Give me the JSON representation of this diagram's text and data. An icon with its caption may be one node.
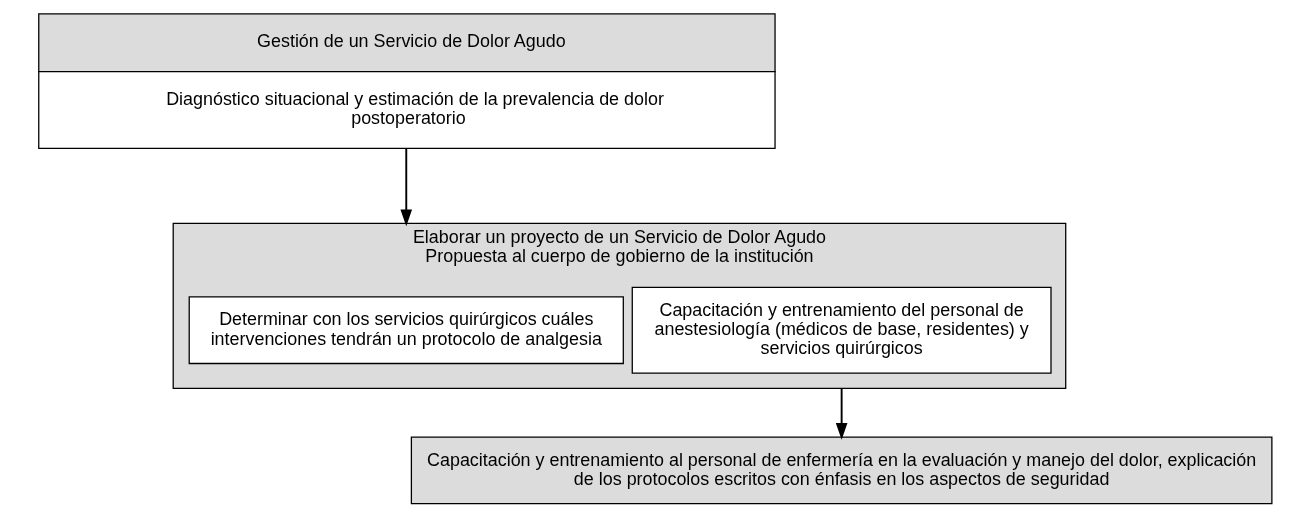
{
  "diagram": {
    "nodes": [
      {
        "text": [
          "Gestión de un Servicio de Dolor Agudo",
          "Diagnóstico situacional y estimación de la prevalencia de dolor postoperatorio"
        ]
      },
      {
        "text": [
          "Elaborar un proyecto de un Servicio de Dolor Agudo",
          "Propuesta al cuerpo de gobierno de la institución"
        ]
      },
      {
        "text": [
          "Capacitación y entrenamiento del personal de anestesiología (médicos de base, residentes) y servicios quirúrgicos"
        ],
        "in": 1
      },
      {
        "text": [
          "Determinar con los servicios quirúrgicos cuáles intervenciones tendrán un protocolo de analgesia"
        ],
        "in": 1
      },
      {
        "text": [
          "Capacitación y entrenamiento al personal de enfermería en la evaluación y manejo del dolor, explicación de los protocolos escritos con énfasis en los aspectos de seguridad"
        ]
      }
    ],
    "edges": [
      {
        "from": 0,
        "to": 1,
        "arrow": "to"
      },
      {
        "from": 1,
        "to": 4,
        "arrow": "to"
      }
    ]
  }
}
